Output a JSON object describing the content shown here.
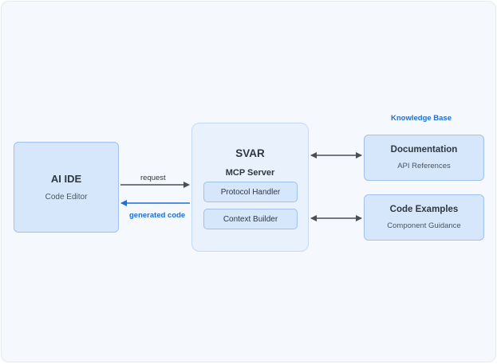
{
  "ai_ide": {
    "title": "AI IDE",
    "subtitle": "Code Editor"
  },
  "mcp_server": {
    "title": "SVAR",
    "subtitle": "MCP Server",
    "modules": [
      {
        "label": "Protocol Handler"
      },
      {
        "label": "Context Builder"
      }
    ]
  },
  "knowledge_base": {
    "heading": "Knowledge Base",
    "items": [
      {
        "title": "Documentation",
        "subtitle": "API References"
      },
      {
        "title": "Code Examples",
        "subtitle": "Component Guidance"
      }
    ]
  },
  "flows": {
    "request_label": "request",
    "response_label": "generated code"
  },
  "colors": {
    "accent": "#1f6fd1",
    "arrow_dark": "#4a4f57",
    "box_fill": "#d6e6fb",
    "box_border": "#9fc2ef",
    "server_fill": "#e9f1fc"
  }
}
